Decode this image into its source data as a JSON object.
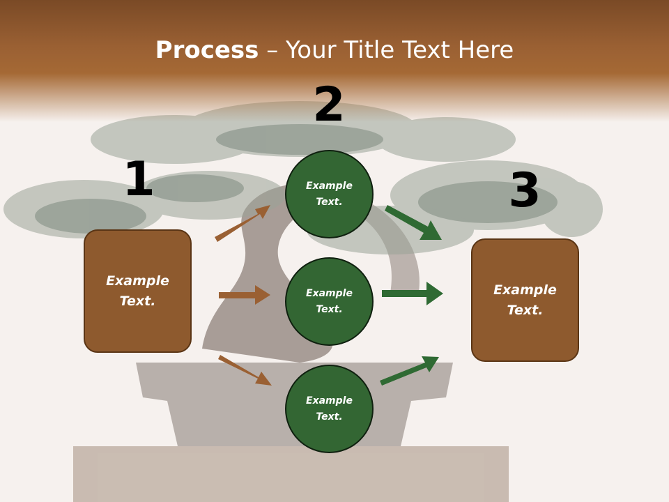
{
  "title": {
    "bold": "Process",
    "dash": " – ",
    "rest": "Your Title Text Here"
  },
  "steps": {
    "one": "1",
    "two": "2",
    "three": "3"
  },
  "left_box": {
    "text": "Example Text."
  },
  "circles": [
    {
      "text": "Example Text."
    },
    {
      "text": "Example Text."
    },
    {
      "text": "Example Text."
    }
  ],
  "right_box": {
    "text": "Example Text."
  },
  "colors": {
    "title_band": "#9a6033",
    "box_fill": "#8e5a2e",
    "circle_fill": "#336633",
    "arrow_brown": "#9a6033",
    "arrow_green": "#2f6a33"
  }
}
